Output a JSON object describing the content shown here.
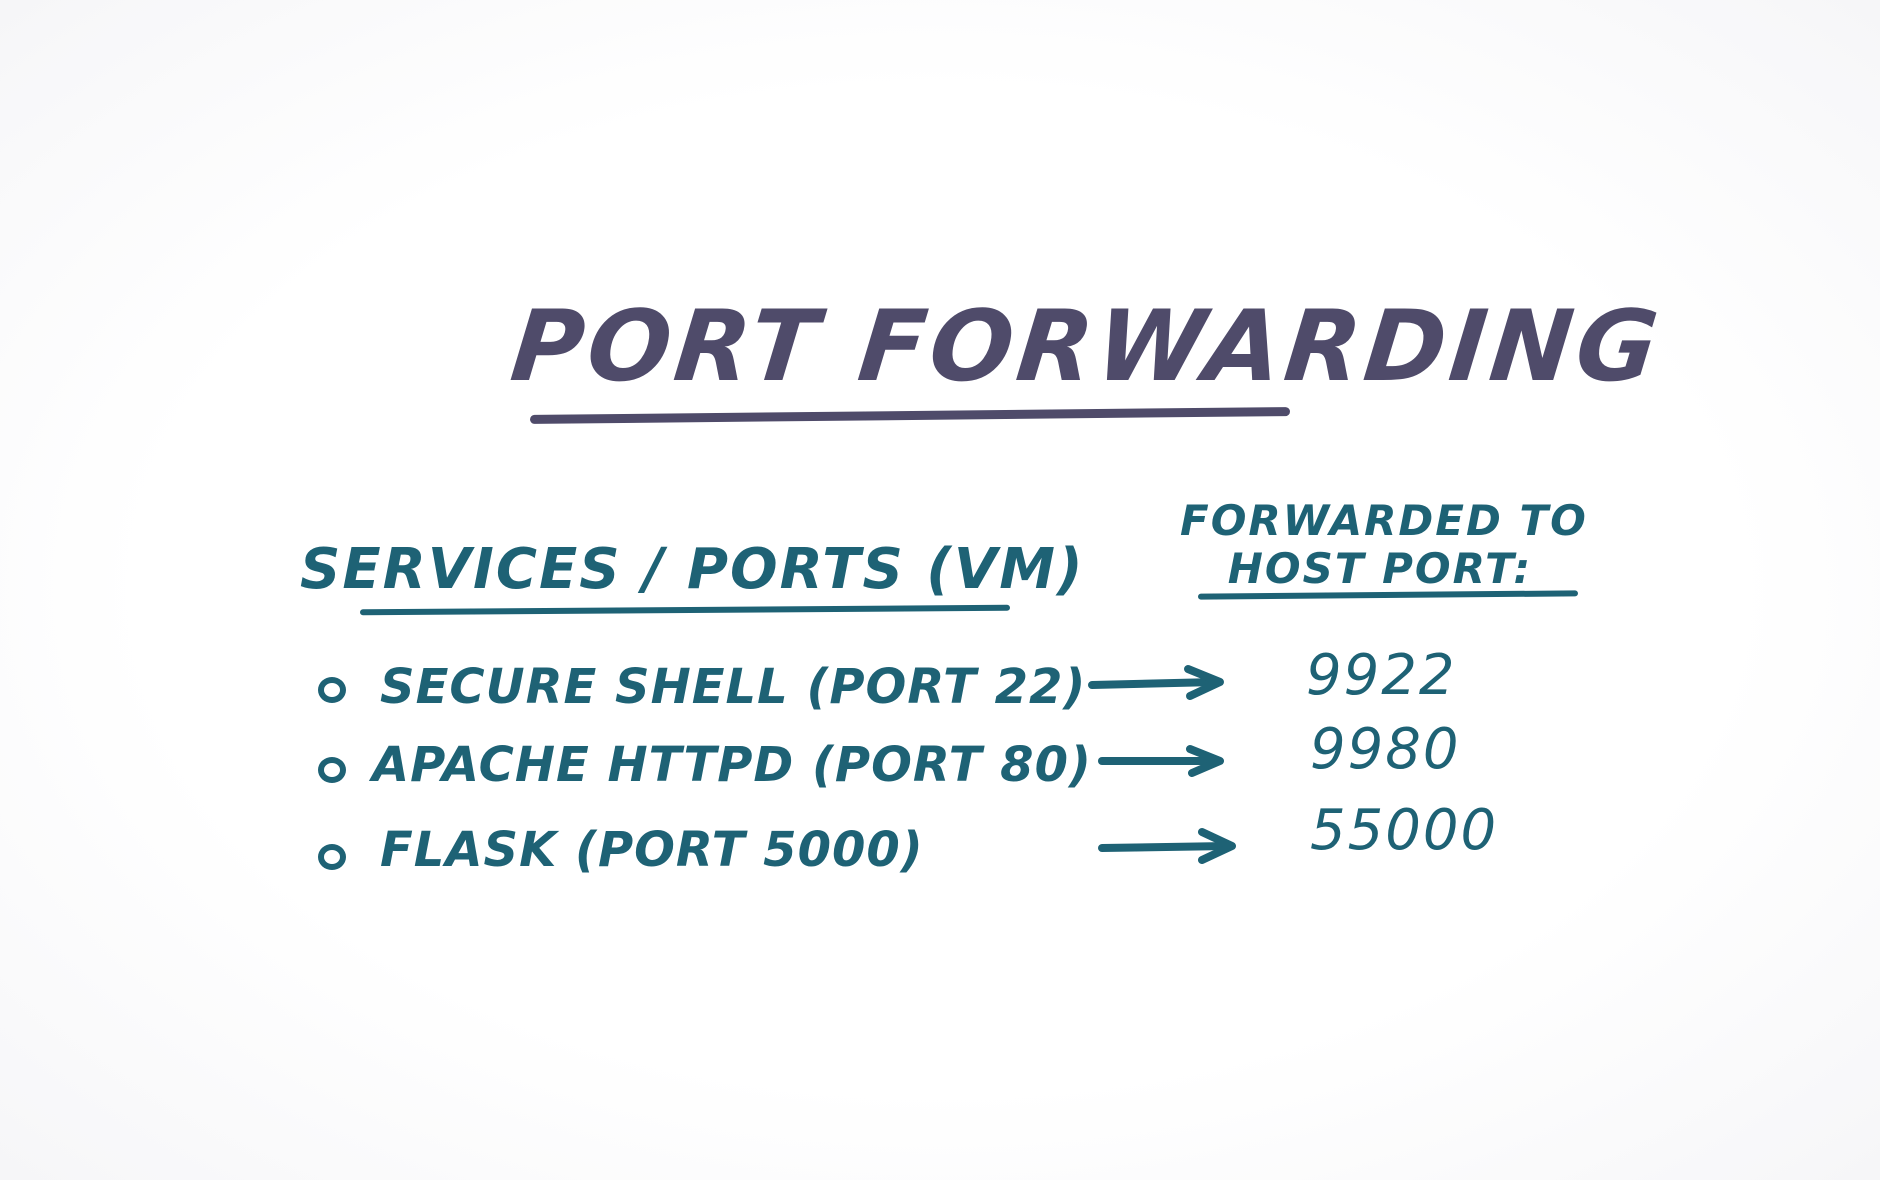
{
  "title": "Port Forwarding",
  "columns": {
    "left_header": "Services / Ports (VM)",
    "right_header_line1": "Forwarded to",
    "right_header_line2": "host port:"
  },
  "rows": [
    {
      "service": "secure shell (port 22)",
      "host_port": "9922"
    },
    {
      "service": "Apache httpd (port 80)",
      "host_port": "9980"
    },
    {
      "service": "Flask (port 5000)",
      "host_port": "55000"
    }
  ],
  "colors": {
    "title": "#4f4b6a",
    "body": "#1e6275",
    "background": "#ffffff"
  }
}
